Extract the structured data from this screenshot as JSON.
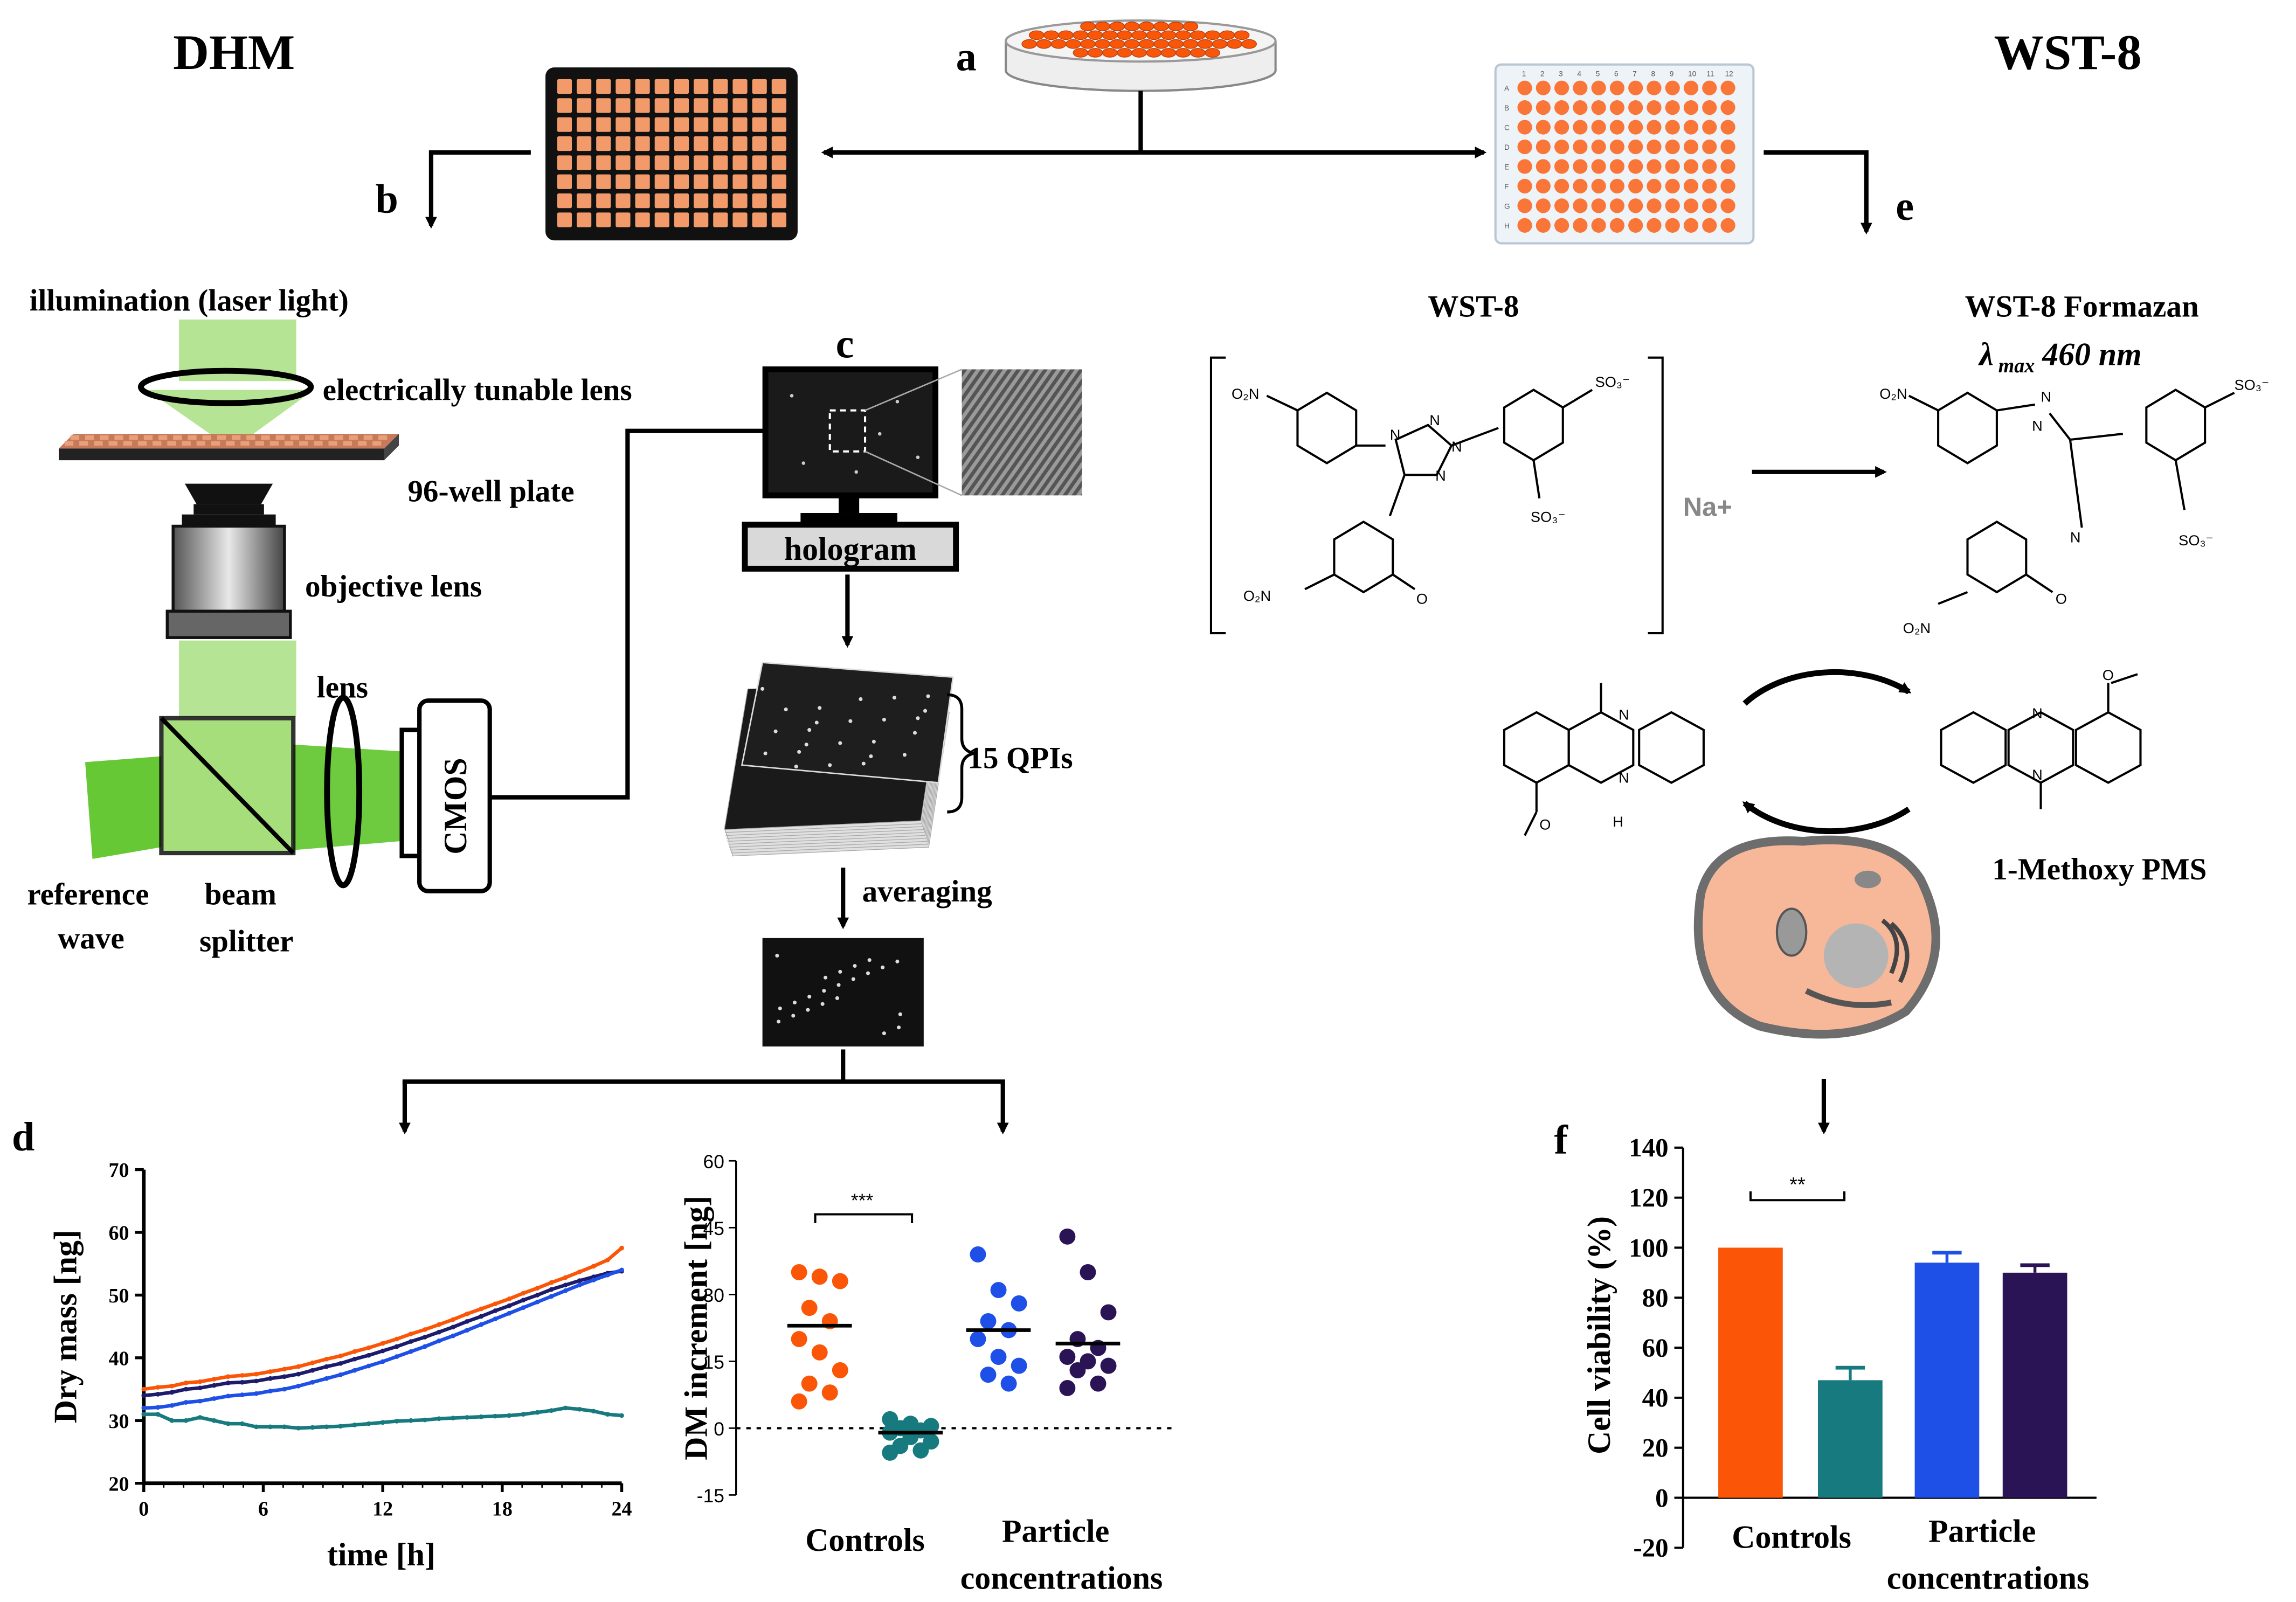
{
  "headers": {
    "left": "DHM",
    "right": "WST-8"
  },
  "panel_letters": {
    "a": "a",
    "b": "b",
    "c": "c",
    "d": "d",
    "e": "e",
    "f": "f"
  },
  "optics": {
    "illumination": "illumination (laser light)",
    "tunable_lens": "electrically tunable lens",
    "plate": "96-well plate",
    "objective": "objective lens",
    "lens": "lens",
    "cmos": "CMOS",
    "reference_wave": [
      "reference",
      "wave"
    ],
    "beam_splitter": [
      "beam",
      "splitter"
    ]
  },
  "processing": {
    "hologram": "hologram",
    "qpis": "15 QPIs",
    "averaging": "averaging"
  },
  "chemistry": {
    "wst8": "WST-8",
    "formazan": "WST-8 Formazan",
    "lambda": "λ",
    "lambda_sub": "max",
    "lambda_val": "460 nm",
    "na": "Na+",
    "pms": "1-Methoxy PMS",
    "o2n": "O₂N",
    "so3": "SO₃⁻",
    "o": "O",
    "n": "N",
    "h": "H"
  },
  "plate_labels": {
    "cols": [
      "1",
      "2",
      "3",
      "4",
      "5",
      "6",
      "7",
      "8",
      "9",
      "10",
      "11",
      "12"
    ],
    "rows": [
      "A",
      "B",
      "C",
      "D",
      "E",
      "F",
      "G",
      "H"
    ]
  },
  "colors": {
    "orange": "#fb5608",
    "teal": "#167a7e",
    "blue": "#1e4fe6",
    "purple": "#2b1456",
    "navy": "#1d1b6b",
    "green": "#78cf3c",
    "cell_fill": "#f7b89a"
  },
  "chart_data": [
    {
      "type": "line",
      "xlabel": "time [h]",
      "ylabel": "Dry mass [ng]",
      "xlim": [
        0,
        24
      ],
      "ylim": [
        20,
        70
      ],
      "xticks": [
        "0",
        "6",
        "12",
        "18",
        "24"
      ],
      "yticks": [
        "20",
        "30",
        "40",
        "50",
        "60",
        "70"
      ],
      "series": [
        {
          "color": "#fb5608",
          "values": [
            35,
            35.3,
            35.5,
            36,
            36.2,
            36.6,
            37,
            37.2,
            37.4,
            37.8,
            38.2,
            38.6,
            39.2,
            39.8,
            40.3,
            41,
            41.6,
            42.3,
            43,
            43.8,
            44.5,
            45.3,
            46.1,
            47,
            47.8,
            48.6,
            49.4,
            50.3,
            51.1,
            52,
            52.8,
            53.7,
            54.6,
            55.6,
            57.5
          ]
        },
        {
          "color": "#1d1b6b",
          "values": [
            34,
            34.2,
            34.5,
            35,
            35.2,
            35.6,
            36,
            36.1,
            36.3,
            36.7,
            37,
            37.4,
            38,
            38.6,
            39.1,
            39.8,
            40.4,
            41.1,
            41.8,
            42.6,
            43.3,
            44.1,
            44.9,
            45.8,
            46.6,
            47.5,
            48.3,
            49.2,
            50,
            50.9,
            51.6,
            52.3,
            52.9,
            53.5,
            53.8
          ]
        },
        {
          "color": "#1e4fe6",
          "values": [
            32,
            32.1,
            32.4,
            32.9,
            33.1,
            33.5,
            33.9,
            34.1,
            34.3,
            34.7,
            35,
            35.5,
            36.1,
            36.7,
            37.3,
            38,
            38.7,
            39.4,
            40.2,
            41,
            41.8,
            42.7,
            43.5,
            44.4,
            45.3,
            46.2,
            47.1,
            48,
            48.9,
            49.8,
            50.7,
            51.6,
            52.4,
            53.2,
            54
          ]
        },
        {
          "color": "#167a7e",
          "values": [
            31,
            31,
            30,
            30,
            30.5,
            30,
            29.5,
            29.5,
            29,
            29,
            29,
            28.8,
            28.9,
            29,
            29.1,
            29.3,
            29.5,
            29.7,
            29.9,
            30,
            30.1,
            30.3,
            30.4,
            30.5,
            30.6,
            30.7,
            30.8,
            31,
            31.3,
            31.6,
            32,
            31.8,
            31.5,
            31,
            30.8
          ]
        }
      ]
    },
    {
      "type": "scatter",
      "ylabel": "DM increment [ng]",
      "ylim": [
        -15,
        60
      ],
      "yticks": [
        "-15",
        "0",
        "15",
        "30",
        "45",
        "60"
      ],
      "group_labels": [
        "Controls",
        "Particle",
        "concentrations"
      ],
      "significance": "***",
      "series": [
        {
          "color": "#fb5608",
          "median": 23,
          "values": [
            35,
            34,
            33,
            27,
            24,
            20,
            17,
            13,
            10,
            8,
            6
          ]
        },
        {
          "color": "#167a7e",
          "median": -1,
          "values": [
            2,
            1,
            0.5,
            0,
            -0.5,
            -1,
            -2,
            -3,
            -4,
            -5,
            -5.5
          ]
        },
        {
          "color": "#1e4fe6",
          "median": 22,
          "values": [
            39,
            31,
            28,
            24,
            22,
            20,
            16,
            14,
            12,
            10
          ]
        },
        {
          "color": "#2b1456",
          "median": 19,
          "values": [
            43,
            35,
            26,
            20,
            18,
            16,
            15,
            14,
            13,
            10,
            9
          ]
        }
      ]
    },
    {
      "type": "bar",
      "ylabel": "Cell viability (%)",
      "ylim": [
        -20,
        140
      ],
      "yticks": [
        "-20",
        "0",
        "20",
        "40",
        "60",
        "80",
        "100",
        "120",
        "140"
      ],
      "group_labels": [
        "Controls",
        "Particle",
        "concentrations"
      ],
      "significance": "**",
      "values": [
        100,
        47,
        94,
        90
      ],
      "errors": [
        0,
        5,
        4,
        3
      ],
      "colors": [
        "#fb5608",
        "#167a7e",
        "#1e4fe6",
        "#2b1456"
      ]
    }
  ]
}
